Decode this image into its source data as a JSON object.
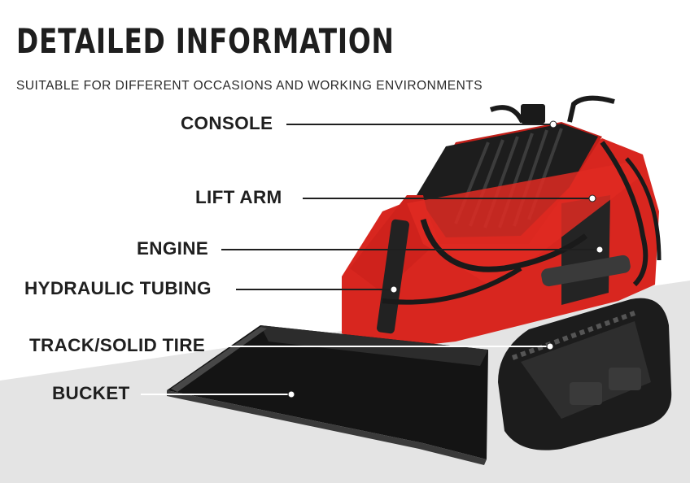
{
  "header": {
    "title": "DETAILED INFORMATION",
    "subtitle": "SUITABLE FOR DIFFERENT OCCASIONS AND WORKING ENVIRONMENTS"
  },
  "callouts": [
    {
      "id": "console",
      "label": "CONSOLE"
    },
    {
      "id": "lift-arm",
      "label": "LIFT ARM"
    },
    {
      "id": "engine",
      "label": "ENGINE"
    },
    {
      "id": "hydraulic-tubing",
      "label": "HYDRAULIC TUBING"
    },
    {
      "id": "track",
      "label": "TRACK/SOLID TIRE"
    },
    {
      "id": "bucket",
      "label": "BUCKET"
    }
  ],
  "colors": {
    "machine_red": "#d8261f",
    "machine_dark": "#1b1b1b",
    "floor_gray": "#e3e3e3",
    "text": "#1f1f1f"
  }
}
